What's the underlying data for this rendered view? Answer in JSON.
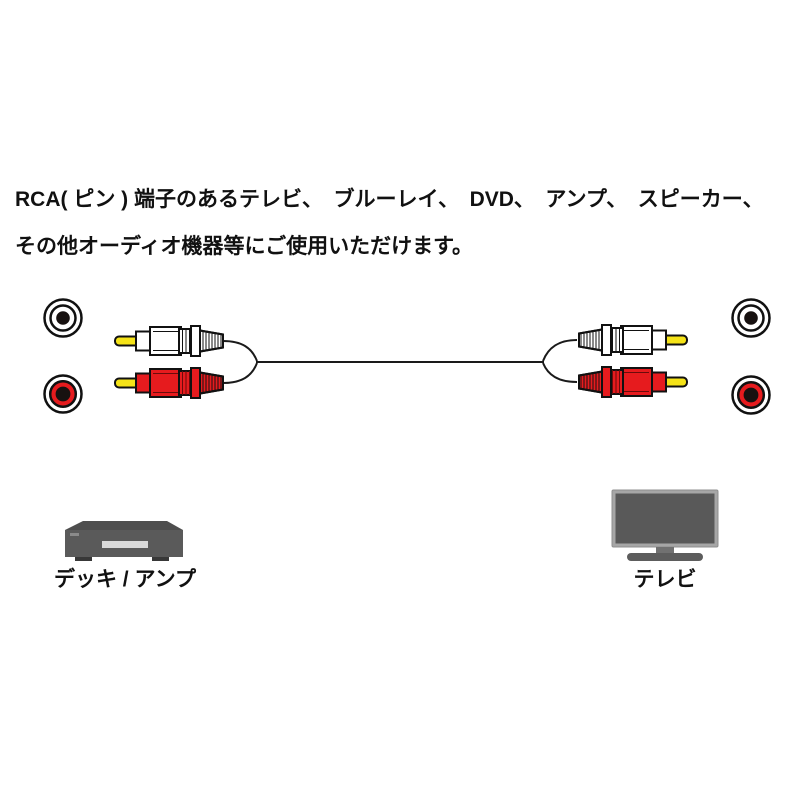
{
  "page": {
    "background": "#ffffff"
  },
  "description": {
    "line1": "RCA( ピン ) 端子のあるテレビ、　ブルーレイ、　DVD、　アンプ、　スピーカー、",
    "line2": "その他オーディオ機器等にご使用いただけます。"
  },
  "diagram": {
    "type": "rca-stereo-cable-illustration",
    "left_ports": [
      {
        "name": "white-rca-jack",
        "ring_color": "#ffffff"
      },
      {
        "name": "red-rca-jack",
        "ring_color": "#e61b1e"
      }
    ],
    "right_ports": [
      {
        "name": "white-rca-jack",
        "ring_color": "#ffffff"
      },
      {
        "name": "red-rca-jack",
        "ring_color": "#e61b1e"
      }
    ],
    "connectors": {
      "left": [
        "white-rca-plug",
        "red-rca-plug"
      ],
      "right": [
        "white-rca-plug",
        "red-rca-plug"
      ]
    },
    "colors": {
      "plug_white": "#ffffff",
      "plug_red": "#e61b1e",
      "pin_yellow": "#f5e318",
      "outline": "#111111",
      "cable": "#1a1a1a",
      "jack_center": "#171110"
    }
  },
  "devices": {
    "deck": {
      "label": "デッキ / アンプ"
    },
    "tv": {
      "label": "テレビ"
    }
  }
}
